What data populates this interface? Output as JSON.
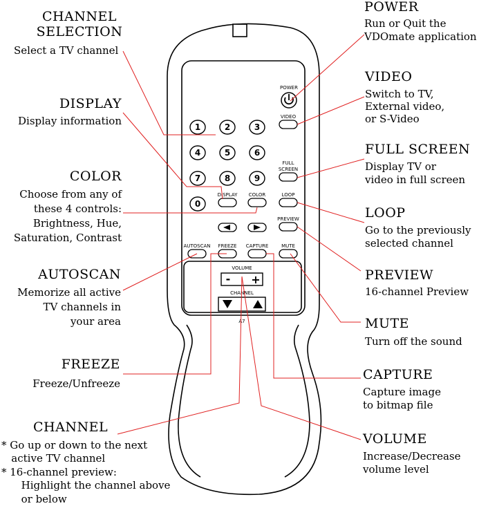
{
  "labels": {
    "channel_selection": {
      "title": "CHANNEL\nSELECTION",
      "desc": "Select a TV channel"
    },
    "display": {
      "title": "DISPLAY",
      "desc": "Display information"
    },
    "color": {
      "title": "COLOR",
      "desc": "Choose from any of\nthese 4 controls:\nBrightness, Hue,\nSaturation, Contrast"
    },
    "autoscan": {
      "title": "AUTOSCAN",
      "desc": "Memorize all active\nTV channels in\nyour area"
    },
    "freeze": {
      "title": "FREEZE",
      "desc": "Freeze/Unfreeze"
    },
    "channel": {
      "title": "CHANNEL",
      "desc": "* Go up or down to the next\n   active TV channel\n* 16-channel preview:\n      Highlight the channel above\n      or below"
    },
    "power": {
      "title": "POWER",
      "desc": "Run or Quit the\nVDOmate application"
    },
    "video": {
      "title": "VIDEO",
      "desc": "Switch to TV,\nExternal video,\nor S-Video"
    },
    "full_screen": {
      "title": "FULL SCREEN",
      "desc": "Display TV or\nvideo in full screen"
    },
    "loop": {
      "title": "LOOP",
      "desc": "Go to the previously\nselected channel"
    },
    "preview": {
      "title": "PREVIEW",
      "desc": "16-channel Preview"
    },
    "mute": {
      "title": "MUTE",
      "desc": "Turn off the sound"
    },
    "capture": {
      "title": "CAPTURE",
      "desc": "Capture image\nto bitmap file"
    },
    "volume": {
      "title": "VOLUME",
      "desc": "Increase/Decrease\nvolume level"
    }
  },
  "remote": {
    "power_label": "POWER",
    "video_label": "VIDEO",
    "full_label": "FULL",
    "screen_label": "SCREEN",
    "loop_label": "LOOP",
    "preview_label": "PREVIEW",
    "display_label": "DISPLAY",
    "color_label": "COLOR",
    "autoscan_label": "AUTOSCAN",
    "freeze_label": "FREEZE",
    "capture_label": "CAPTURE",
    "mute_label": "MUTE",
    "volume_label": "VOLUME",
    "channel_label": "CHANNEL",
    "vol_minus": "-",
    "vol_plus": "+",
    "model": "A7",
    "digits": [
      "1",
      "2",
      "3",
      "4",
      "5",
      "6",
      "7",
      "8",
      "9",
      "0"
    ]
  },
  "colors": {
    "leader_line": "#e02020",
    "outline": "#000000"
  }
}
